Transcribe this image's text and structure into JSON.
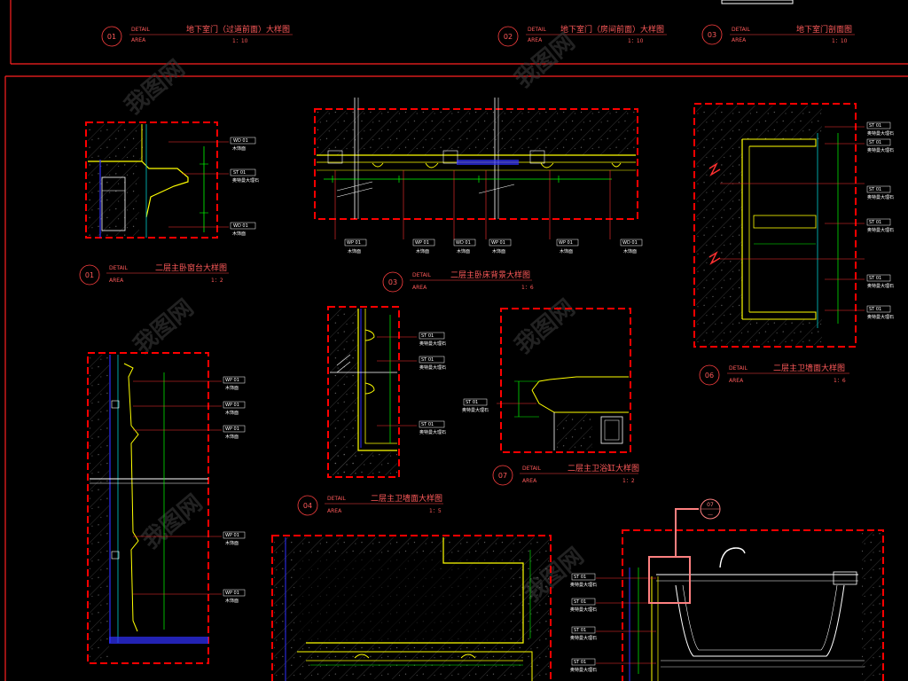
{
  "colors": {
    "background": "#000000",
    "frame": "#ff0000",
    "wall_hatch": "#7a7a7a",
    "trim": "#ffff00",
    "dimension": "#00ff00",
    "leader": "#ff0000",
    "blue_line": "#3030ff",
    "cyan_line": "#00cccc",
    "highlight": "#ff8080"
  },
  "top_titles": [
    {
      "num": "01",
      "line1": "DETAIL",
      "line2": "AREA",
      "title": "地下室门（过道前面）大样图",
      "scale": "1：10"
    },
    {
      "num": "02",
      "line1": "DETAIL",
      "line2": "AREA",
      "title": "地下室门（房间前面）大样图",
      "scale": "1：10"
    },
    {
      "num": "03",
      "line1": "DETAIL",
      "line2": "AREA",
      "title": "地下室门剖面图",
      "scale": "1：10"
    }
  ],
  "details": [
    {
      "num": "01",
      "line1": "DETAIL",
      "line2": "AREA",
      "title": "二层主卧窗台大样图",
      "scale": "1：2"
    },
    {
      "num": "03",
      "line1": "DETAIL",
      "line2": "AREA",
      "title": "二层主卧床背景大样图",
      "scale": "1：6"
    },
    {
      "num": "06",
      "line1": "DETAIL",
      "line2": "AREA",
      "title": "二层主卫墙面大样图",
      "scale": "1：6"
    },
    {
      "num": "04",
      "line1": "DETAIL",
      "line2": "AREA",
      "title": "二层主卫墙面大样图",
      "scale": "1：5"
    },
    {
      "num": "07",
      "line1": "DETAIL",
      "line2": "AREA",
      "title": "二层主卫浴缸大样图",
      "scale": "1：2"
    }
  ],
  "material_tags": {
    "wood": "木饰面",
    "marble": "奥特曼大理石",
    "wood_code": "WD 01",
    "stone_code": "ST 01",
    "wallpaper_code": "WP 01"
  },
  "callout": {
    "num": "07",
    "sheet": "—"
  },
  "watermark": "我图网"
}
